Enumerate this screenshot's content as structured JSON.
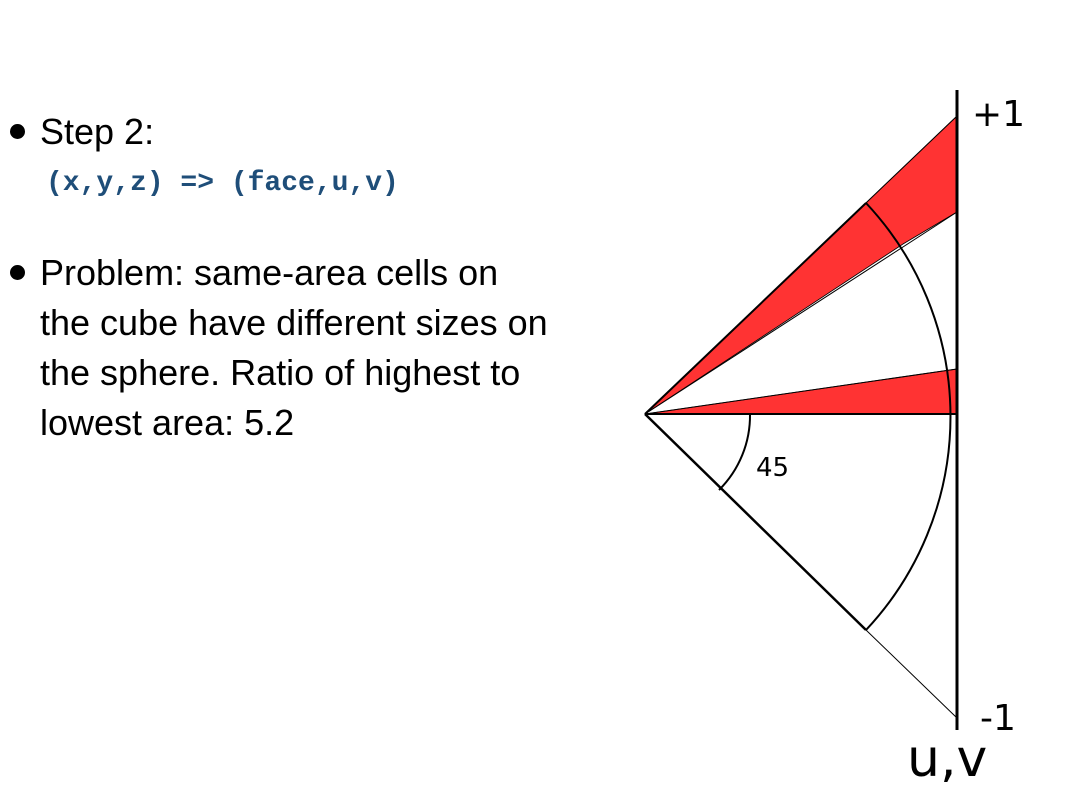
{
  "bullets": [
    {
      "text": "Step 2:"
    },
    {
      "lines": [
        "Problem: same-area cells on",
        "the cube have different sizes on",
        "the sphere. Ratio of highest to",
        "lowest area: 5.2"
      ]
    }
  ],
  "code": "(x,y,z) => (face,u,v)",
  "diagram": {
    "top_label": "+1",
    "bottom_label": "-1",
    "axis_label": "u,v",
    "angle_label": "45"
  },
  "colors": {
    "wedge": "#ff3333",
    "code": "#1f4e79"
  }
}
